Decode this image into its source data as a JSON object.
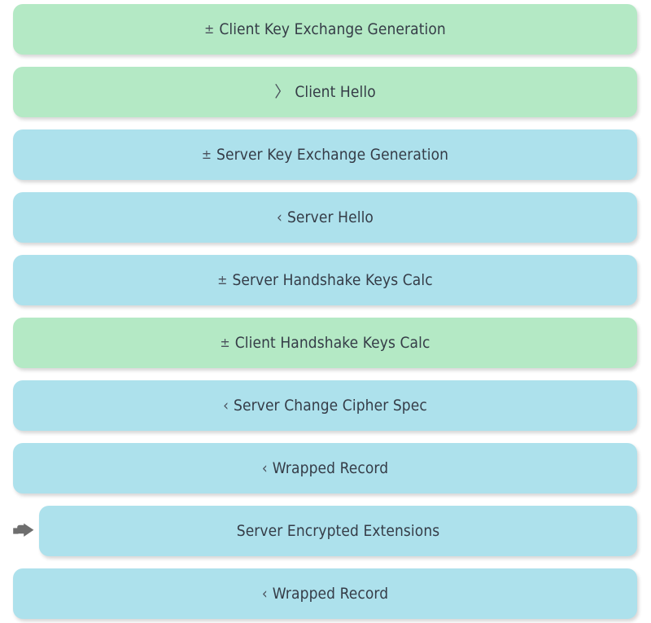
{
  "view": {
    "name": "tls-handshake-timeline",
    "background_color": "#ffffff",
    "client_color": "#b4e9c5",
    "server_color": "#ade1ec",
    "text_color": "#353c47",
    "arrow_color": "#6e6e6e"
  },
  "rows": [
    {
      "label": "Client Key Exchange Generation",
      "glyph": "±",
      "glyph_name": "plus-minus-calc-icon",
      "glyph_kind": "calc",
      "party": "client",
      "selected": false
    },
    {
      "label": "Client Hello",
      "glyph": "〉",
      "glyph_name": "chevron-right-outbound-icon",
      "glyph_kind": "dir-out",
      "party": "client",
      "selected": false
    },
    {
      "label": "Server Key Exchange Generation",
      "glyph": "±",
      "glyph_name": "plus-minus-calc-icon",
      "glyph_kind": "calc",
      "party": "server",
      "selected": false
    },
    {
      "label": "Server Hello",
      "glyph": "‹",
      "glyph_name": "chevron-left-inbound-icon",
      "glyph_kind": "dir-in",
      "party": "server",
      "selected": false
    },
    {
      "label": "Server Handshake Keys Calc",
      "glyph": "±",
      "glyph_name": "plus-minus-calc-icon",
      "glyph_kind": "calc",
      "party": "server",
      "selected": false
    },
    {
      "label": "Client Handshake Keys Calc",
      "glyph": "±",
      "glyph_name": "plus-minus-calc-icon",
      "glyph_kind": "calc",
      "party": "client",
      "selected": false
    },
    {
      "label": "Server Change Cipher Spec",
      "glyph": "‹",
      "glyph_name": "chevron-left-inbound-icon",
      "glyph_kind": "dir-in",
      "party": "server",
      "selected": false
    },
    {
      "label": "Wrapped Record",
      "glyph": "‹",
      "glyph_name": "chevron-left-inbound-icon",
      "glyph_kind": "dir-in",
      "party": "server",
      "selected": false
    },
    {
      "label": "Server Encrypted Extensions",
      "glyph": "",
      "glyph_name": "none",
      "glyph_kind": "calc",
      "party": "server",
      "selected": true
    },
    {
      "label": "Wrapped Record",
      "glyph": "‹",
      "glyph_name": "chevron-left-inbound-icon",
      "glyph_kind": "dir-in",
      "party": "server",
      "selected": false
    }
  ]
}
